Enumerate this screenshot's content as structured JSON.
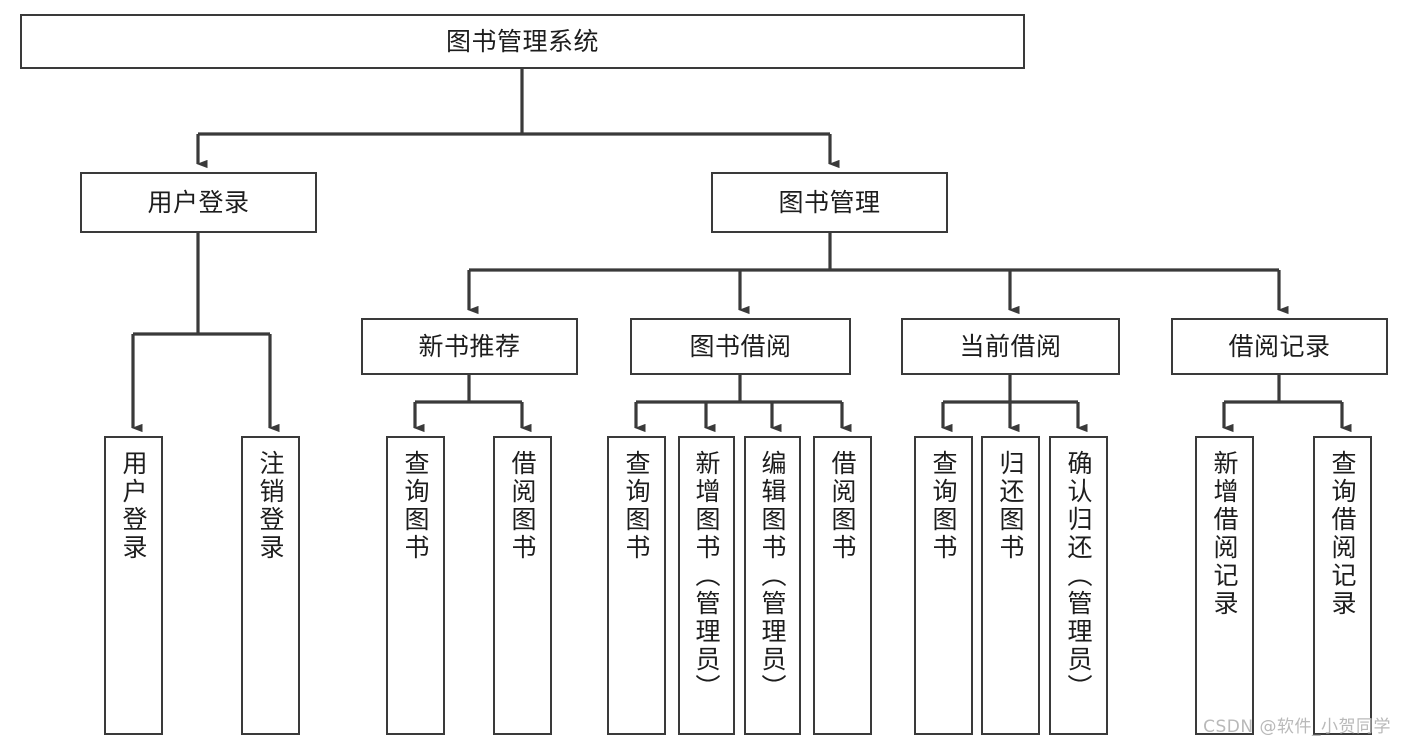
{
  "diagram": {
    "title": "图书管理系统",
    "type": "tree",
    "watermark": "CSDN @软件_小贺同学",
    "colors": {
      "node_border": "#3a3a3a",
      "node_fill": "#ffffff",
      "edge": "#3a3a3a",
      "text": "#1d1d1d",
      "watermark": "#b9b9b9",
      "background": "#ffffff"
    },
    "levels": {
      "root": [
        "图书管理系统"
      ],
      "level2": [
        "用户登录",
        "图书管理"
      ],
      "level3": [
        "新书推荐",
        "图书借阅",
        "当前借阅",
        "借阅记录"
      ],
      "leaves": [
        "用户登录",
        "注销登录",
        "查询图书",
        "借阅图书",
        "查询图书",
        "新增图书（管理员）",
        "编辑图书（管理员）",
        "借阅图书",
        "查询图书",
        "归还图书",
        "确认归还（管理员）",
        "新增借阅记录",
        "查询借阅记录"
      ]
    },
    "nodes": {
      "root": {
        "label": "图书管理系统"
      },
      "user_login": {
        "label": "用户登录"
      },
      "book_manage": {
        "label": "图书管理"
      },
      "new_book_rec": {
        "label": "新书推荐"
      },
      "book_borrow": {
        "label": "图书借阅"
      },
      "current_borrow": {
        "label": "当前借阅"
      },
      "borrow_record": {
        "label": "借阅记录"
      },
      "leaf_user_login": {
        "label": "用户登录"
      },
      "leaf_logout": {
        "label": "注销登录"
      },
      "leaf_query_book_1": {
        "label": "查询图书"
      },
      "leaf_borrow_book_1": {
        "label": "借阅图书"
      },
      "leaf_query_book_2": {
        "label": "查询图书"
      },
      "leaf_add_book_admin": {
        "label": "新增图书（管理员）"
      },
      "leaf_edit_book_admin": {
        "label": "编辑图书（管理员）"
      },
      "leaf_borrow_book_2": {
        "label": "借阅图书"
      },
      "leaf_query_book_3": {
        "label": "查询图书"
      },
      "leaf_return_book": {
        "label": "归还图书"
      },
      "leaf_confirm_return_admin": {
        "label": "确认归还（管理员）"
      },
      "leaf_add_borrow_record": {
        "label": "新增借阅记录"
      },
      "leaf_query_borrow_record": {
        "label": "查询借阅记录"
      }
    }
  }
}
